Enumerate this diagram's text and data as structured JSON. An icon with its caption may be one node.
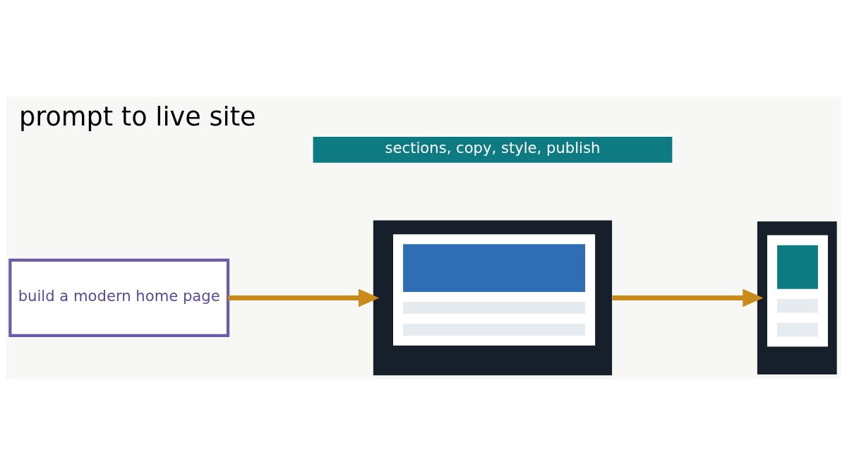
{
  "diagram": {
    "title": "prompt to live site",
    "nodes": [
      {
        "text": [
          "build a modern home page"
        ]
      },
      {
        "text": [],
        "shape": "picture"
      },
      {
        "text": [],
        "shape": "picture"
      },
      {
        "text": [
          "sections, copy, style, publish"
        ]
      }
    ],
    "edges": [
      {
        "from": 0,
        "to": 1,
        "arrow": "to"
      },
      {
        "from": 1,
        "to": 2,
        "arrow": "to"
      }
    ]
  }
}
